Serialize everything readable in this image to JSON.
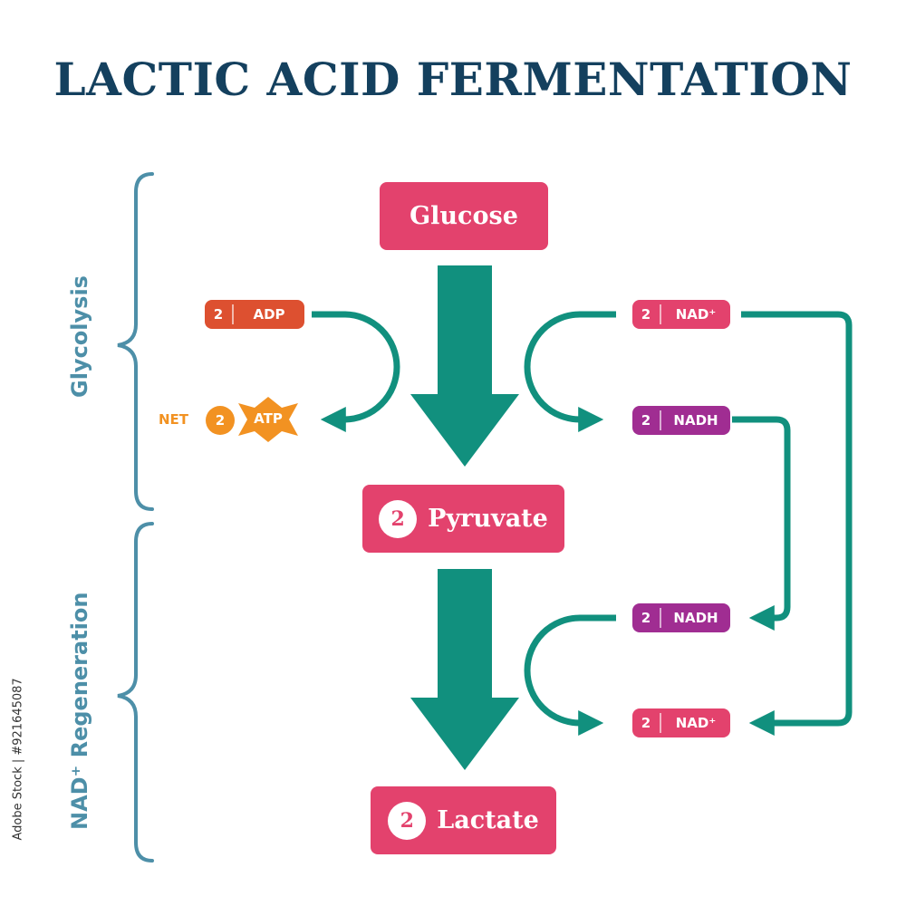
{
  "title": "LACTIC ACID FERMENTATION",
  "colors": {
    "title": "#14405e",
    "pink": "#e3426d",
    "teal": "#11907e",
    "orange_red": "#dd5030",
    "orange": "#f29222",
    "purple": "#a02d92",
    "bracket": "#4d8fa8"
  },
  "stages": {
    "glycolysis": "Glycolysis",
    "regeneration": "NAD⁺ Regeneration"
  },
  "boxes": {
    "glucose": "Glucose",
    "pyruvate": {
      "count": "2",
      "label": "Pyruvate"
    },
    "lactate": {
      "count": "2",
      "label": "Lactate"
    }
  },
  "pills": {
    "adp": {
      "count": "2",
      "label": "ADP"
    },
    "atp": {
      "prefix": "NET",
      "count": "2",
      "label": "ATP"
    },
    "nad_top": {
      "count": "2",
      "label": "NAD⁺"
    },
    "nadh_top": {
      "count": "2",
      "label": "NADH"
    },
    "nadh_bottom": {
      "count": "2",
      "label": "NADH"
    },
    "nad_bottom": {
      "count": "2",
      "label": "NAD⁺"
    }
  },
  "credit": "Adobe Stock | #921645087"
}
